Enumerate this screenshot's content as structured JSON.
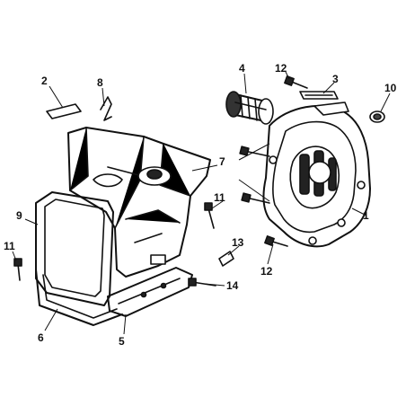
{
  "diagram": {
    "callouts": [
      {
        "id": "1",
        "label": "1"
      },
      {
        "id": "2",
        "label": "2"
      },
      {
        "id": "3",
        "label": "3"
      },
      {
        "id": "4",
        "label": "4"
      },
      {
        "id": "5",
        "label": "5"
      },
      {
        "id": "6",
        "label": "6"
      },
      {
        "id": "7",
        "label": "7"
      },
      {
        "id": "8",
        "label": "8"
      },
      {
        "id": "9",
        "label": "9"
      },
      {
        "id": "10",
        "label": "10"
      },
      {
        "id": "11a",
        "label": "11"
      },
      {
        "id": "11b",
        "label": "11"
      },
      {
        "id": "12a",
        "label": "12"
      },
      {
        "id": "12b",
        "label": "12"
      },
      {
        "id": "13",
        "label": "13"
      },
      {
        "id": "14",
        "label": "14"
      }
    ],
    "colors": {
      "ink": "#111111",
      "paper": "#ffffff"
    }
  }
}
